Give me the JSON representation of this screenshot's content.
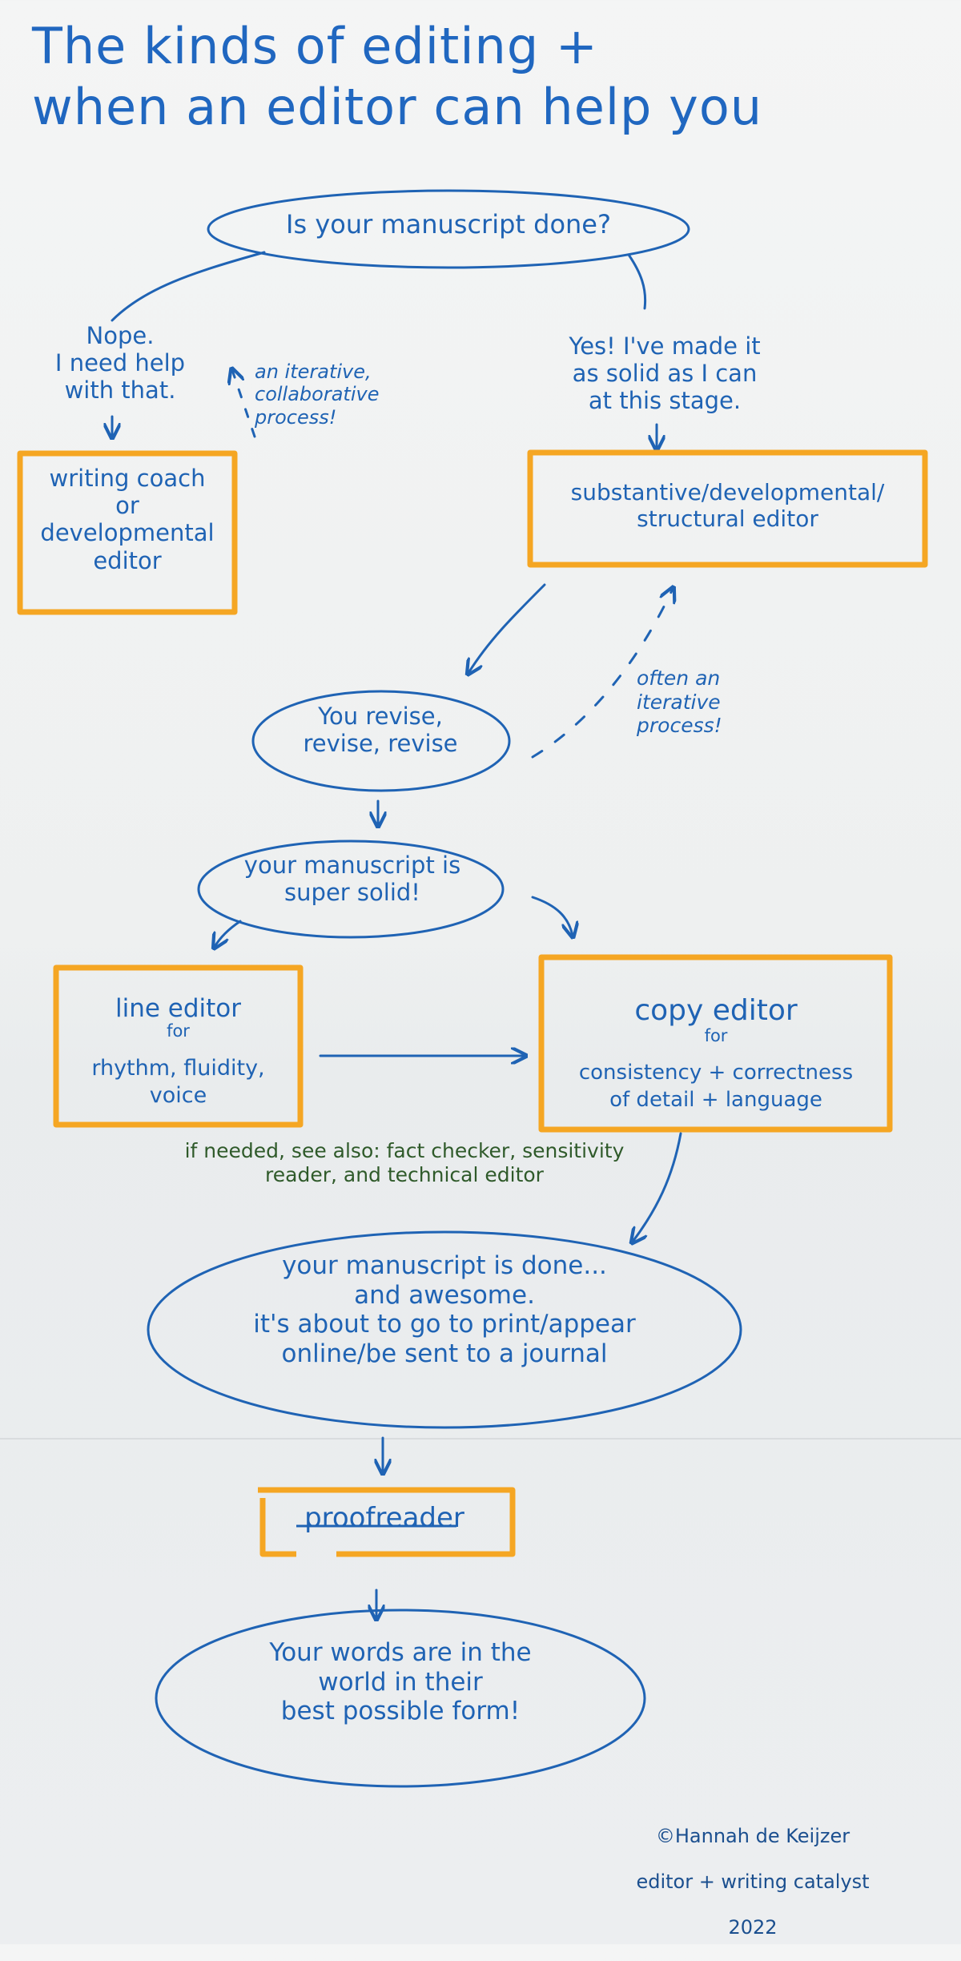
{
  "title": "The kinds of editing +\nwhen an editor can help you",
  "nodes": {
    "q_done": "Is your manuscript done?",
    "nope": "Nope.\nI need help\nwith that.",
    "iterative_collab": "an iterative,\ncollaborative\nprocess!",
    "yes": "Yes! I've made it\nas solid as I can\nat this stage.",
    "writing_coach": "writing coach\nor\ndevelopmental\neditor",
    "substantive_editor": "substantive/developmental/\nstructural editor",
    "revise": "You revise,\nrevise, revise",
    "often_iterative": "often an\niterative\nprocess!",
    "super_solid": "your manuscript is\nsuper solid!",
    "line_editor": "line editor",
    "line_editor_for": "for",
    "line_editor_desc": "rhythm, fluidity,\nvoice",
    "copy_editor": "copy editor",
    "copy_editor_for": "for",
    "copy_editor_desc": "consistency + correctness\nof detail + language",
    "see_also": "if needed, see also: fact checker, sensitivity\nreader, and technical editor",
    "done_awesome": "your manuscript is done...\nand awesome.\nit's about to go to print/appear\nonline/be sent to a journal",
    "proofreader": "proofreader",
    "final": "Your words are in the\nworld in their\nbest possible form!"
  },
  "credit": {
    "author": "©Hannah de Keijzer",
    "role": "editor + writing catalyst",
    "year": "2022"
  },
  "colors": {
    "ink": "#1f63b4",
    "box": "#f5a623",
    "note": "#2f5a2a"
  }
}
